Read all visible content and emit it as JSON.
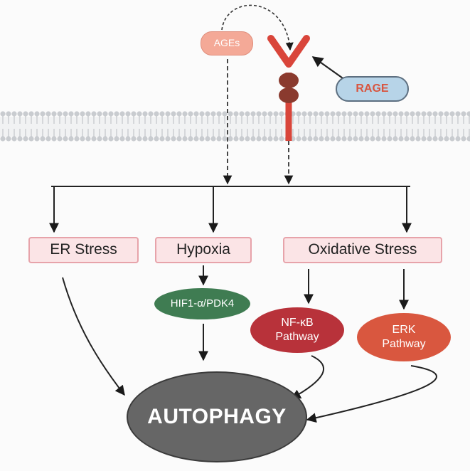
{
  "diagram": {
    "ligand": "AGEs",
    "receptor": "RAGE",
    "stresses": {
      "er": "ER Stress",
      "hypoxia": "Hypoxia",
      "oxidative": "Oxidative Stress"
    },
    "mediators": {
      "hif": "HIF1-α/PDK4",
      "nfkb": [
        "NF-κB",
        "Pathway"
      ],
      "erk": [
        "ERK",
        "Pathway"
      ]
    },
    "outcome": "AUTOPHAGY"
  },
  "colors": {
    "receptor": "#d9453a",
    "receptor_domain": "#8a3a2e",
    "membrane": "#c9ccd0",
    "stress_box": "#fbe4e6",
    "hif": "#3f7c52",
    "nfkb": "#b8323a",
    "erk": "#d9573f",
    "autophagy": "#666666"
  }
}
